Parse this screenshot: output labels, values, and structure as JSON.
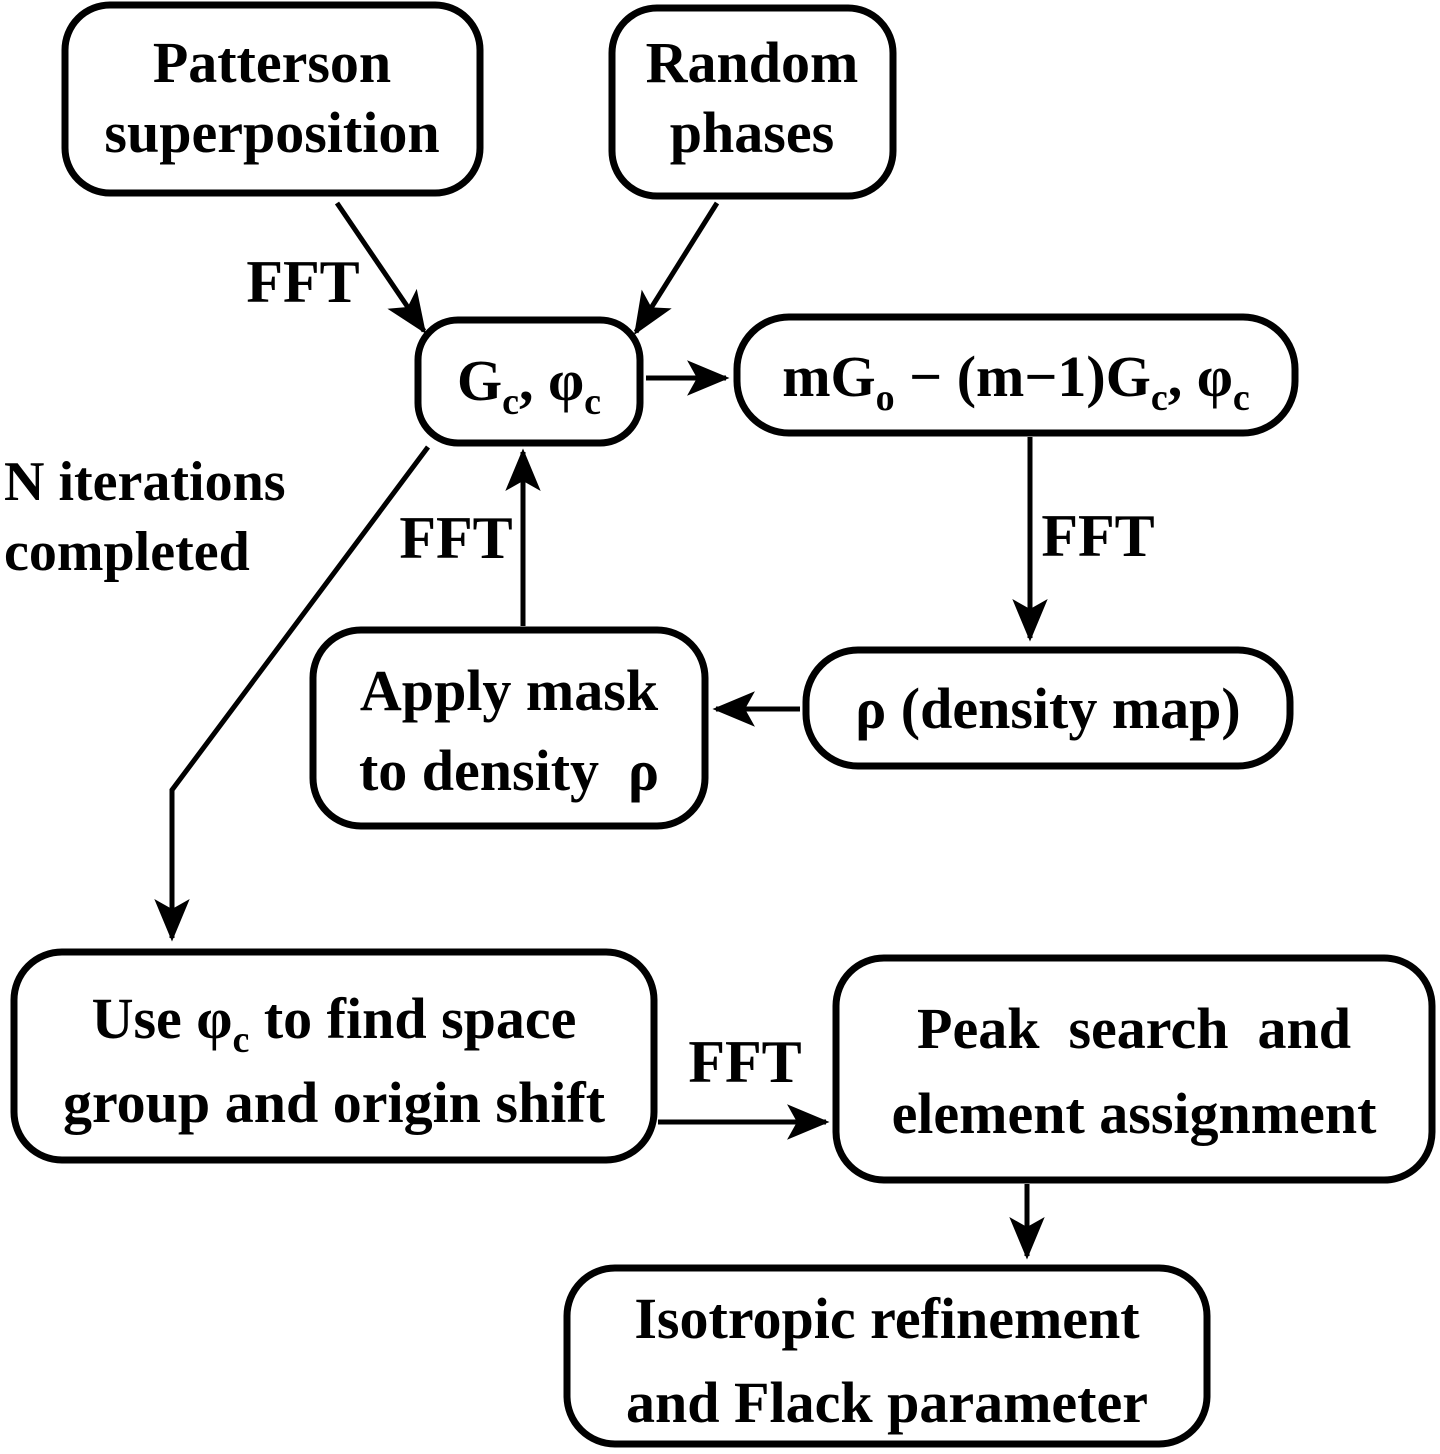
{
  "figure": {
    "title_hint": "Charge-flipping structure solution flowchart",
    "colors": {
      "ink": "#000000",
      "background": "#ffffff"
    },
    "boxes": {
      "patterson": {
        "line1": "Patterson",
        "line2": "superposition"
      },
      "random": {
        "line1": "Random",
        "line2": "phases"
      },
      "gc": {
        "parts": [
          "G",
          "c",
          ", ",
          "φ",
          "c"
        ]
      },
      "mgo": {
        "parts": [
          "mG",
          "o",
          " − (m−1)G",
          "c",
          ", ",
          "φ",
          "c"
        ]
      },
      "rho": {
        "label": "ρ (density map)"
      },
      "mask": {
        "line1": "Apply mask",
        "line2": "to density  ρ"
      },
      "usephi": {
        "line1_parts": [
          "Use ",
          "φ",
          "c",
          " to find space"
        ],
        "line2": "group and origin shift"
      },
      "peak": {
        "line1": "Peak  search  and",
        "line2": "element assignment"
      },
      "iso": {
        "line1": "Isotropic refinement",
        "line2": "and Flack parameter"
      }
    },
    "labels": {
      "fft1": "FFT",
      "fft2": "FFT",
      "fft3": "FFT",
      "fft4": "FFT",
      "niter_line1": "N iterations",
      "niter_line2": "completed"
    }
  }
}
